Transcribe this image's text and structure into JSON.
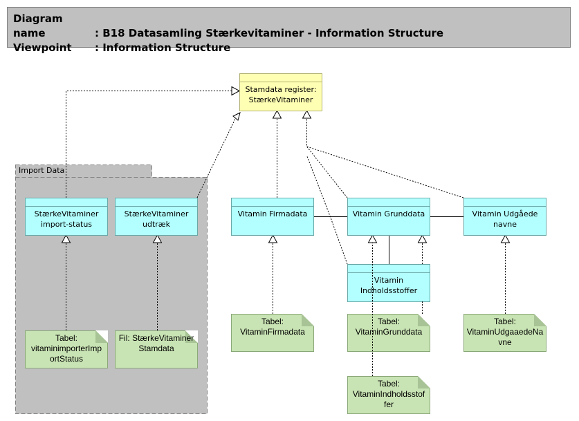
{
  "header": {
    "diagram_name_label": "Diagram name",
    "diagram_name": ": B18 Datasamling Stærkevitaminer - Information Structure",
    "viewpoint_label": "Viewpoint",
    "viewpoint": ": Information Structure"
  },
  "package": {
    "label": "Import Data"
  },
  "elements": {
    "stamdata": [
      "Stamdata register:",
      "StærkeVitaminer"
    ],
    "import_status": [
      "StærkeVitaminer",
      "import-status"
    ],
    "udtraek": [
      "StærkeVitaminer",
      "udtræk"
    ],
    "firmadata": [
      "Vitamin Firmadata"
    ],
    "grunddata": [
      "Vitamin Grunddata"
    ],
    "udgaaede": [
      "Vitamin Udgåede",
      "navne"
    ],
    "indhold": [
      "Vitamin",
      "Indholdsstoffer"
    ]
  },
  "notes": {
    "import_status": [
      "Tabel:",
      "vitaminimporterImp",
      "ortStatus"
    ],
    "udtraek": [
      "Fil: StærkeVitaminer",
      "Stamdata"
    ],
    "firmadata": [
      "Tabel:",
      "VitaminFirmadata"
    ],
    "grunddata": [
      "Tabel:",
      "VitaminGrunddata"
    ],
    "udgaaede": [
      "Tabel:",
      "VitaminUdgaaedeNa",
      "vne"
    ],
    "indhold": [
      "Tabel:",
      "VitaminIndholdsstof",
      "fer"
    ]
  },
  "colors": {
    "header": "#c0c0c0",
    "package": "#c0c0c0",
    "business_object": "#b3ffff",
    "stamdata": "#ffffb3",
    "note": "#c9e4b4"
  }
}
